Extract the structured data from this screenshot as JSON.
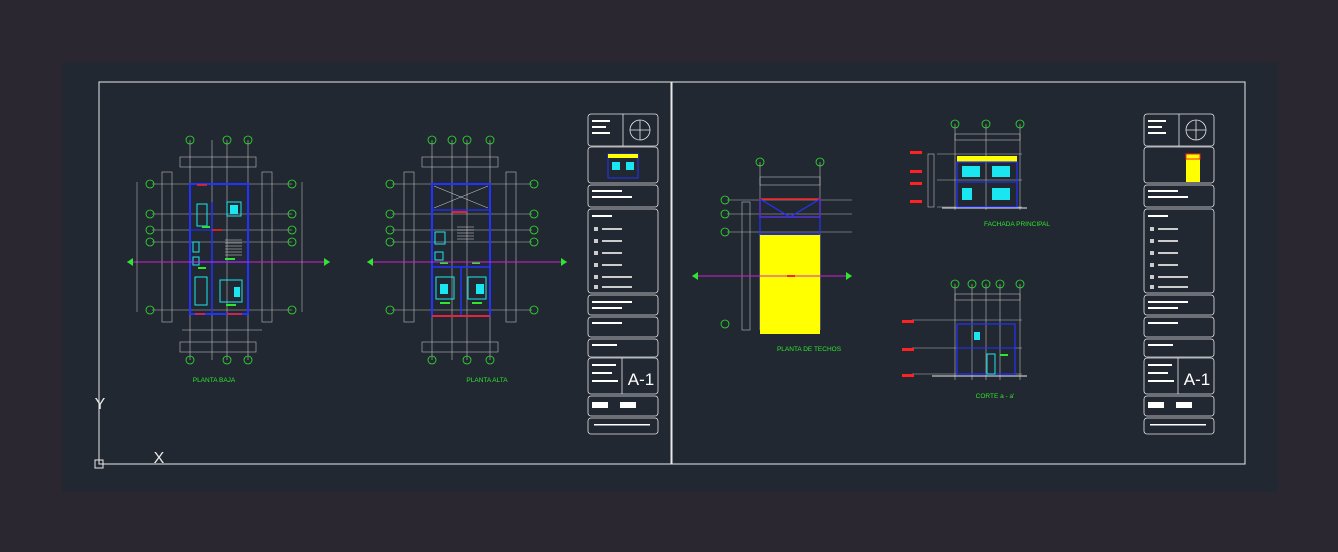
{
  "sheet_left": {
    "labels": {
      "planta_baja": "PLANTA BAJA",
      "planta_alta": "PLANTA ALTA"
    },
    "sheet_number": "A-1"
  },
  "sheet_right": {
    "labels": {
      "planta_techos": "PLANTA DE TECHOS",
      "fachada": "FACHADA PRINCIPAL",
      "corte": "CORTE a - a'"
    },
    "sheet_number": "A-1"
  },
  "ucs": {
    "y_label": "Y",
    "x_label": "X"
  },
  "colors": {
    "background": "#222831",
    "frame": "#e8e8e8",
    "grid_axes": "#cfcfcf",
    "walls_blue": "#2233ff",
    "cyan": "#19e6f0",
    "green": "#2ee62e",
    "red": "#ff2222",
    "magenta": "#d020d0",
    "yellow": "#ffff00"
  }
}
